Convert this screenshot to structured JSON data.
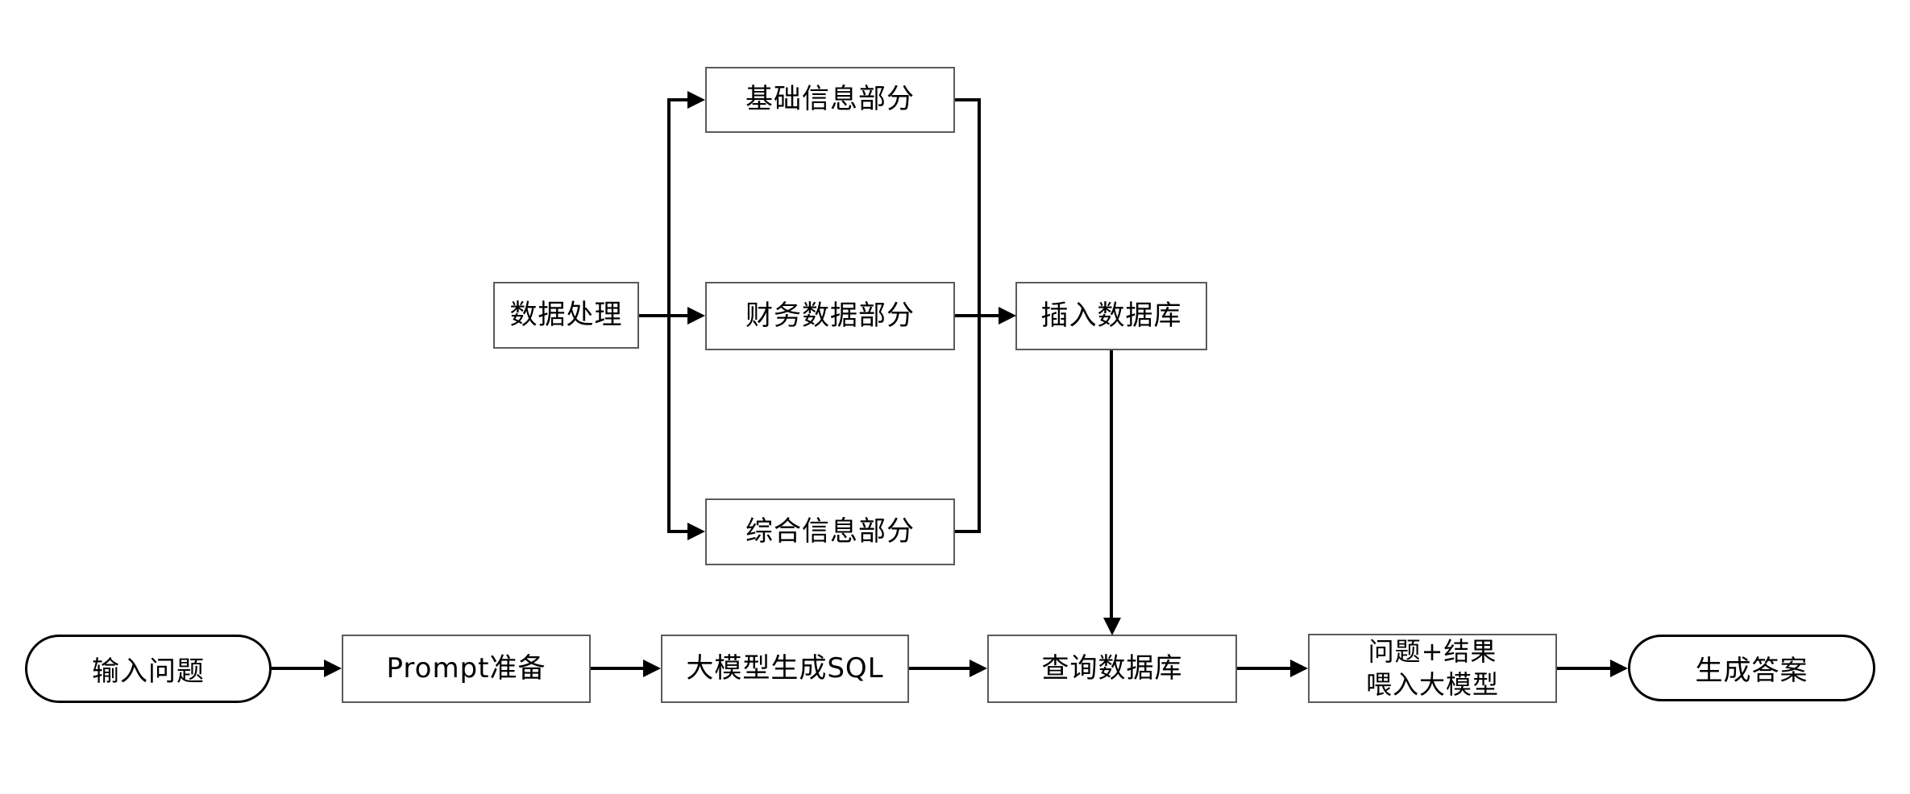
{
  "diagram": {
    "background_color": "#ffffff",
    "line_color": "#000000",
    "rect_border_color": "#5a5a5a",
    "stadium_border_color": "#000000",
    "nodes": {
      "data_processing": {
        "label": "数据处理",
        "shape": "rect"
      },
      "basic_info": {
        "label": "基础信息部分",
        "shape": "rect"
      },
      "financial_data": {
        "label": "财务数据部分",
        "shape": "rect"
      },
      "comprehensive_info": {
        "label": "综合信息部分",
        "shape": "rect"
      },
      "insert_db": {
        "label": "插入数据库",
        "shape": "rect"
      },
      "input_question": {
        "label": "输入问题",
        "shape": "stadium"
      },
      "prompt_prep": {
        "label": "Prompt准备",
        "shape": "rect"
      },
      "llm_generate_sql": {
        "label": "大模型生成SQL",
        "shape": "rect"
      },
      "query_db": {
        "label": "查询数据库",
        "shape": "rect"
      },
      "feed_llm": {
        "label_line1": "问题+结果",
        "label_line2": "喂入大模型",
        "shape": "rect"
      },
      "generate_answer": {
        "label": "生成答案",
        "shape": "stadium"
      }
    },
    "edges": [
      "数据处理 → 基础信息部分",
      "数据处理 → 财务数据部分",
      "数据处理 → 综合信息部分",
      "基础信息部分 → 插入数据库",
      "财务数据部分 → 插入数据库",
      "综合信息部分 → 插入数据库",
      "插入数据库 → 查询数据库",
      "输入问题 → Prompt准备",
      "Prompt准备 → 大模型生成SQL",
      "大模型生成SQL → 查询数据库",
      "查询数据库 → 问题+结果喂入大模型",
      "问题+结果喂入大模型 → 生成答案"
    ]
  }
}
